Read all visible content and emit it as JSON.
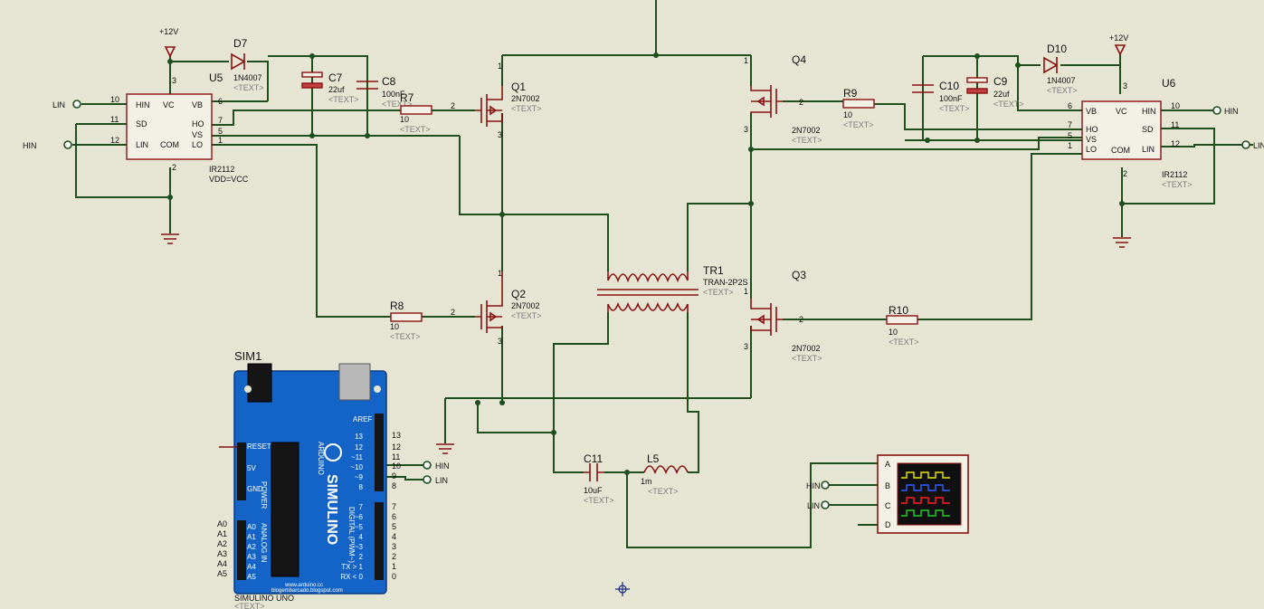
{
  "labels": {
    "vcc_left": "+12V",
    "vcc_right": "+12V",
    "d7": "D7",
    "d7_val": "1N4007",
    "d10": "D10",
    "d10_val": "1N4007",
    "u5": "U5",
    "u6": "U6",
    "c7": "C7",
    "c7_val": "22uf",
    "c8": "C8",
    "c8_val": "100nF",
    "c9": "C9",
    "c9_val": "22uf",
    "c10": "C10",
    "c10_val": "100nF",
    "c11": "C11",
    "c11_val": "10uF",
    "r7": "R7",
    "r7_val": "10",
    "r8": "R8",
    "r8_val": "10",
    "r9": "R9",
    "r9_val": "10",
    "r10": "R10",
    "r10_val": "10",
    "q1": "Q1",
    "q2": "Q2",
    "q3": "Q3",
    "q4": "Q4",
    "mosfet_val": "2N7002",
    "tr1": "TR1",
    "tr1_val": "TRAN-2P2S",
    "l5": "L5",
    "l5_val": "1m",
    "ir2112": "IR2112",
    "vdd_vcc": "VDD=VCC",
    "sim1": "SIM1",
    "simulino": "SIMULINO UNO",
    "text_ph": "<TEXT>",
    "hin": "HIN",
    "lin": "LIN"
  },
  "u5_pins": {
    "hin": "HIN",
    "sd": "SD",
    "lin": "LIN",
    "com": "COM",
    "vc": "VC",
    "vb": "VB",
    "ho": "HO",
    "vs": "VS",
    "lo": "LO",
    "n10": "10",
    "n11": "11",
    "n12": "12",
    "n3": "3",
    "n2": "2",
    "n6": "6",
    "n7": "7",
    "n5": "5",
    "n1": "1"
  },
  "u6_pins": {
    "vb": "VB",
    "ho": "HO",
    "vs": "VS",
    "lo": "LO",
    "vc": "VC",
    "com": "COM",
    "hin": "HIN",
    "sd": "SD",
    "lin": "LIN",
    "n6": "6",
    "n7": "7",
    "n5": "5",
    "n1": "1",
    "n3": "3",
    "n2": "2",
    "n10": "10",
    "n11": "11",
    "n12": "12"
  },
  "pin_nums": {
    "p1": "1",
    "p2": "2",
    "p3": "3"
  },
  "scope": {
    "a": "A",
    "b": "B",
    "c": "C",
    "d": "D"
  },
  "arduino": {
    "aref": "AREF",
    "digital_pins": [
      "13",
      "12",
      "~11",
      "~10",
      "~9",
      "8",
      "7",
      "~6",
      "~5",
      "4",
      "~3",
      "2",
      "TX > 1",
      "RX < 0"
    ],
    "ext_pins": [
      "13",
      "12",
      "11",
      "10",
      "9",
      "8",
      "7",
      "6",
      "5",
      "4",
      "3",
      "2",
      "1",
      "0"
    ],
    "reset": "RESET",
    "v5": "5V",
    "gnd": "GND",
    "power": "POWER",
    "analog_in": "ANALOG IN",
    "analog_pins": [
      "A0",
      "A1",
      "A2",
      "A3",
      "A4",
      "A5"
    ],
    "brand": "SIMULINO",
    "arduino_word": "ARDUINO",
    "digital_word": "DIGITAL (PWM~)",
    "url1": "www.arduino.cc",
    "url2": "blogembarcado.blogspot.com"
  },
  "colors": {
    "background": "#e6e5d4",
    "wire": "#1e4d1e",
    "component": "#8a1010",
    "arduino_blue": "#1464c8",
    "scope_trace_a": "#e8e800",
    "scope_trace_b": "#3060ff",
    "scope_trace_c": "#ff2020",
    "scope_trace_d": "#20d020"
  }
}
